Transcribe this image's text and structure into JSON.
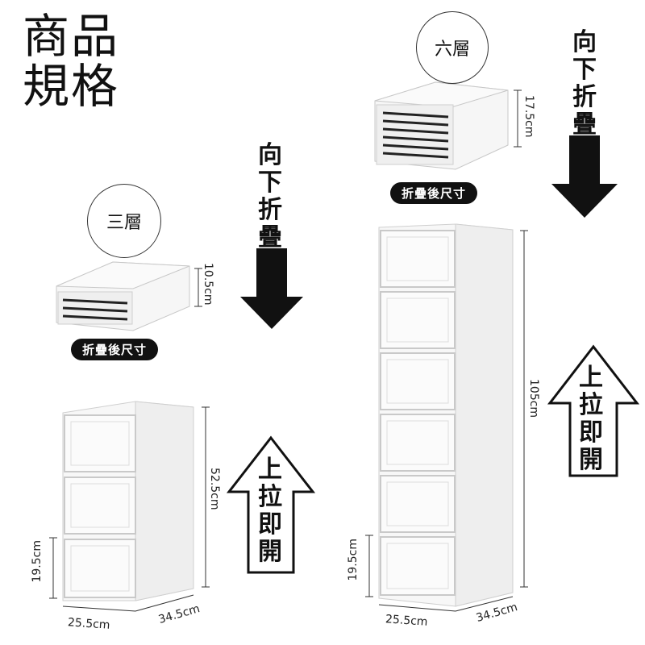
{
  "title": {
    "line1": "商品",
    "line2": "規格"
  },
  "small": {
    "badge": "三層",
    "folded_label": "折疊後尺寸",
    "fold_text": [
      "向",
      "下",
      "折",
      "疊"
    ],
    "pull_text": [
      "上",
      "拉",
      "即",
      "開"
    ],
    "folded_height": "10.5cm",
    "total_height": "52.5cm",
    "layer_height": "19.5cm",
    "width": "25.5cm",
    "depth": "34.5cm"
  },
  "large": {
    "badge": "六層",
    "folded_label": "折疊後尺寸",
    "fold_text": [
      "向",
      "下",
      "折",
      "疊"
    ],
    "pull_text": [
      "上",
      "拉",
      "即",
      "開"
    ],
    "folded_height": "17.5cm",
    "total_height": "105cm",
    "layer_height": "19.5cm",
    "width": "25.5cm",
    "depth": "34.5cm"
  },
  "colors": {
    "arrow_fill": "#111111",
    "outline": "#111111",
    "box_edge": "#c8c8c8",
    "box_fill": "#f4f4f4"
  }
}
